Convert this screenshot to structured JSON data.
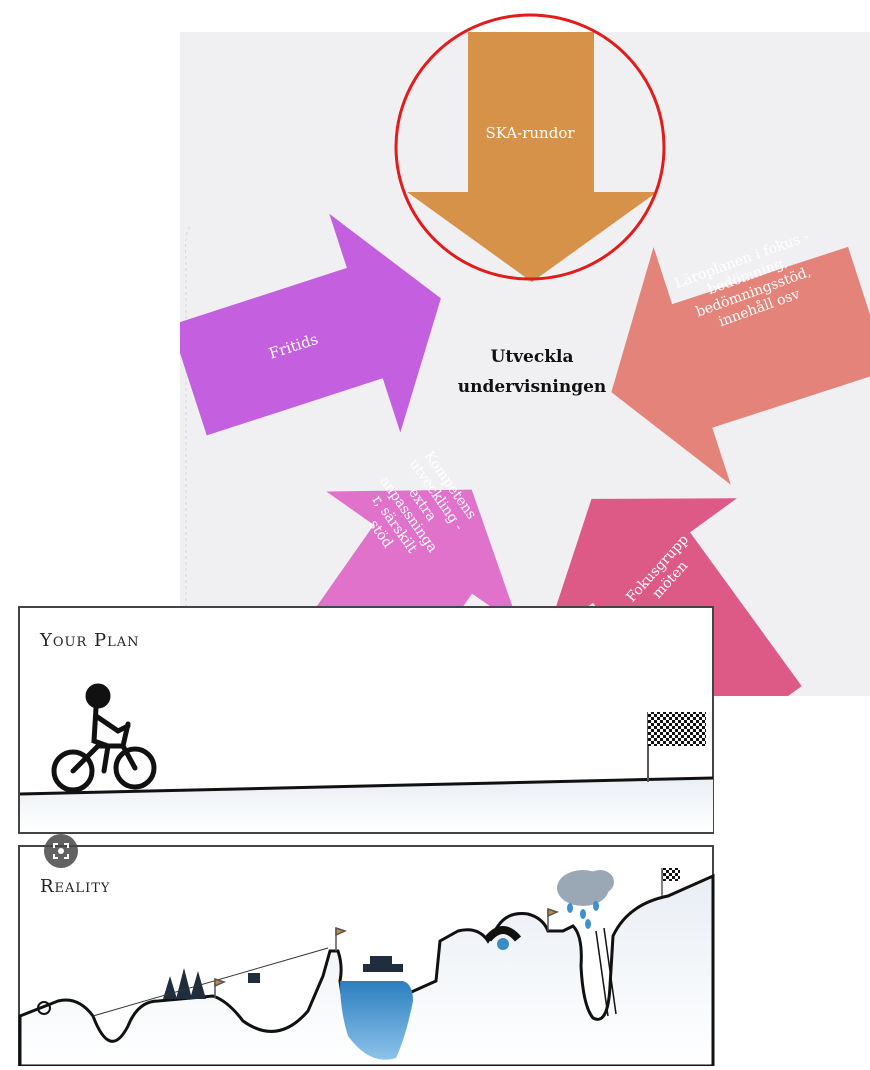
{
  "slide": {
    "center_title_line1": "Utveckla",
    "center_title_line2": "undervisningen",
    "arrows": [
      {
        "id": "top",
        "label_lines": [
          "SKA-rundor"
        ],
        "color": "#d69248"
      },
      {
        "id": "upper-left",
        "label_lines": [
          "Fritids"
        ],
        "color": "#c45fe0"
      },
      {
        "id": "upper-right",
        "label_lines": [
          "Läroplanen i fokus -",
          "bedömning,",
          "bedömningsstöd,",
          "innehåll osv"
        ],
        "color": "#e4837a"
      },
      {
        "id": "lower-left",
        "label_lines": [
          "Kompetens",
          "utveckling -",
          "extra",
          "anpassninga",
          "r, särskilt",
          "stöd"
        ],
        "color": "#e072cc"
      },
      {
        "id": "lower-right",
        "label_lines": [
          "Fokusgrupp",
          "möten"
        ],
        "color": "#dc5a85"
      }
    ],
    "highlight_circle_color": "#e21b1b"
  },
  "cartoon": {
    "your_plan_heading": "Your Plan",
    "reality_heading": "Reality"
  },
  "lens_button": {
    "icon": "google-lens-icon"
  }
}
